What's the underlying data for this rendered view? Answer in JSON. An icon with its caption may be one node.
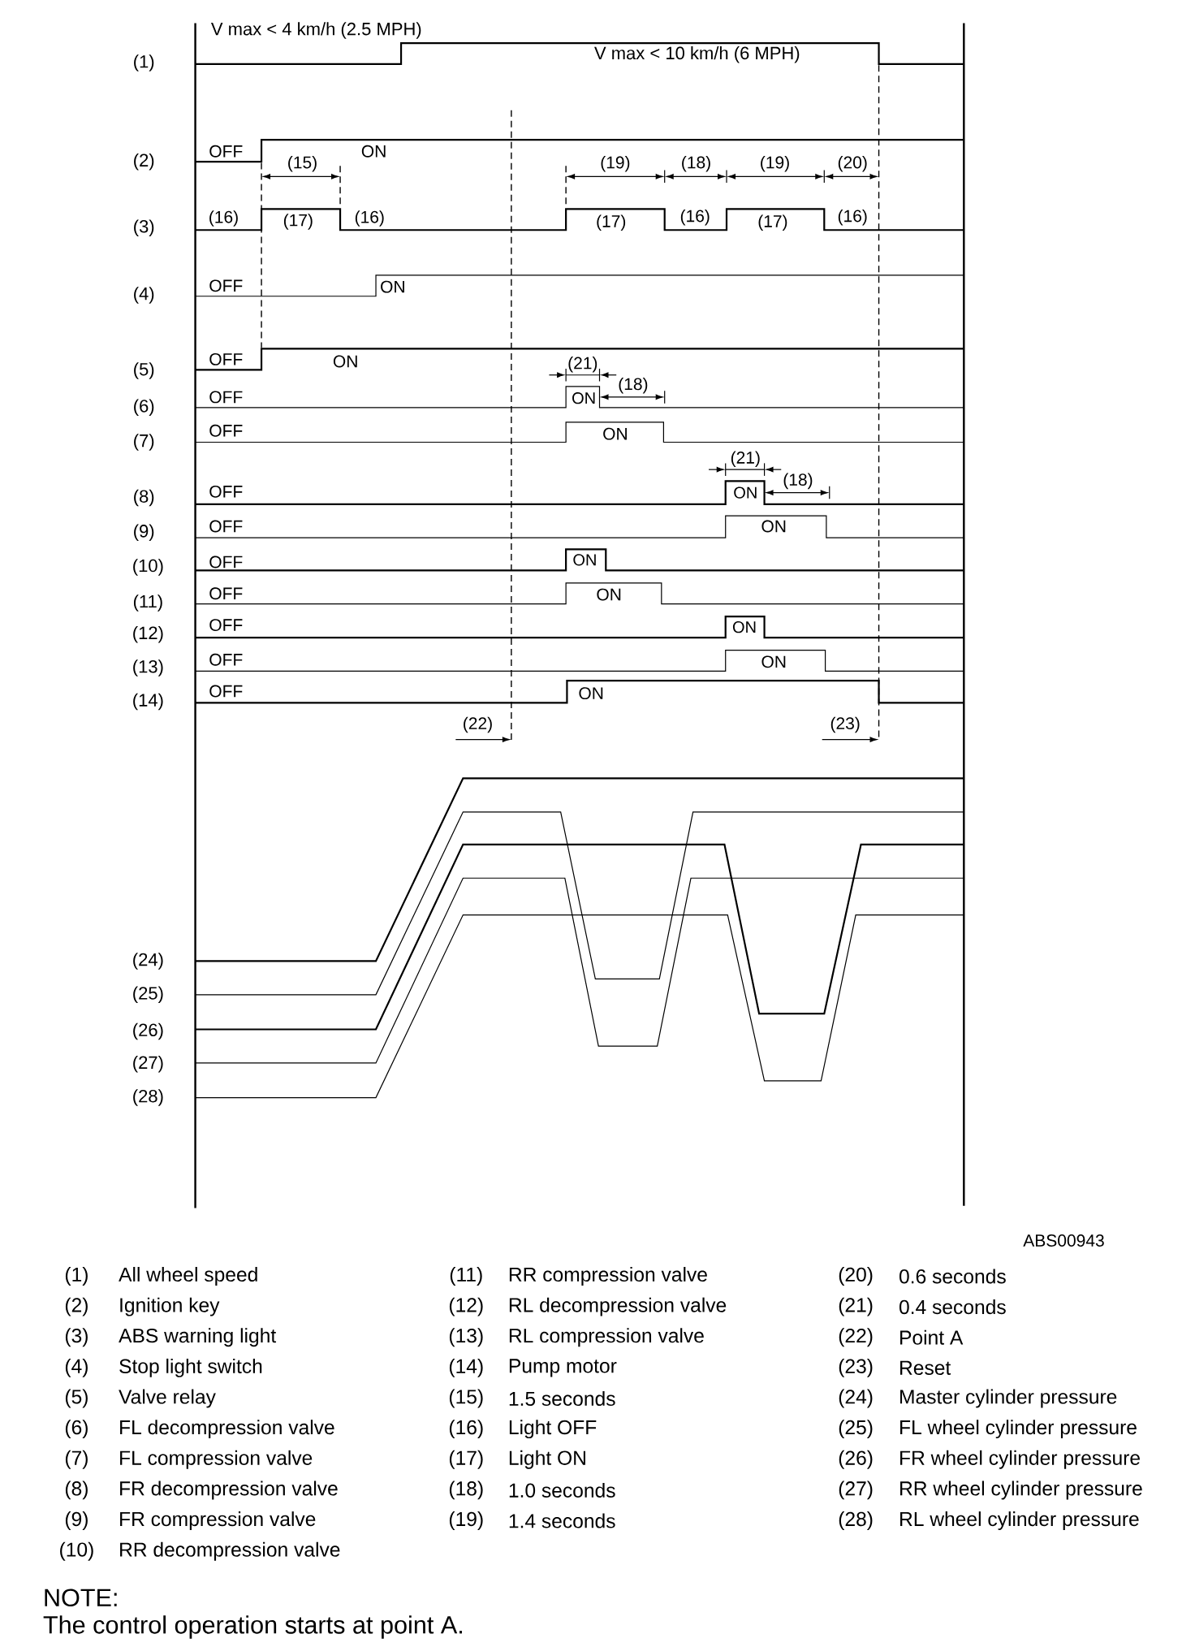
{
  "diagram": {
    "labels": [
      "V max < 4 km/h (2.5 MPH)",
      "(1)",
      "V max < 10 km/h (6 MPH)",
      "(2)",
      "OFF",
      "ON",
      "(15)",
      "(19)",
      "(18)",
      "(19)",
      "(20)",
      "(3)",
      "(16)",
      "(17)",
      "(16)",
      "(17)",
      "(16)",
      "(17)",
      "(16)",
      "(4)",
      "OFF",
      "ON",
      "(5)",
      "OFF",
      "ON",
      "(21)",
      "(6)",
      "OFF",
      "ON",
      "(18)",
      "(7)",
      "OFF",
      "ON",
      "(21)",
      "(8)",
      "OFF",
      "ON",
      "(18)",
      "(9)",
      "OFF",
      "ON",
      "(10)",
      "OFF",
      "ON",
      "(11)",
      "OFF",
      "ON",
      "(12)",
      "OFF",
      "ON",
      "(13)",
      "OFF",
      "ON",
      "(14)",
      "OFF",
      "ON",
      "(22)",
      "(23)",
      "(24)",
      "(25)",
      "(26)",
      "(27)",
      "(28)",
      "ABS00943",
      "(1)",
      "All wheel speed",
      "(11)",
      "RR compression valve",
      "(20)",
      "0.6 seconds",
      "(2)",
      "Ignition key",
      "(12)",
      "RL decompression valve",
      "(21)",
      "0.4 seconds",
      "(3)",
      "ABS warning light",
      "(13)",
      "RL compression valve",
      "(22)",
      "Point A",
      "(4)",
      "Stop light switch",
      "(14)",
      "Pump motor",
      "(23)",
      "Reset",
      "(5)",
      "Valve relay",
      "(15)",
      "1.5 seconds",
      "(24)",
      "Master cylinder pressure",
      "(6)",
      "FL decompression valve",
      "(16)",
      "Light OFF",
      "(25)",
      "FL wheel cylinder pressure",
      "(7)",
      "FL compression valve",
      "(17)",
      "Light ON",
      "(26)",
      "FR wheel cylinder pressure",
      "(8)",
      "FR decompression valve",
      "(18)",
      "1.0 seconds",
      "(27)",
      "RR wheel cylinder pressure",
      "(9)",
      "FR compression valve",
      "(19)",
      "1.4 seconds",
      "(28)",
      "RL wheel cylinder pressure",
      "(10)",
      "RR decompression valve",
      "NOTE:",
      "The control operation starts at point A."
    ]
  }
}
